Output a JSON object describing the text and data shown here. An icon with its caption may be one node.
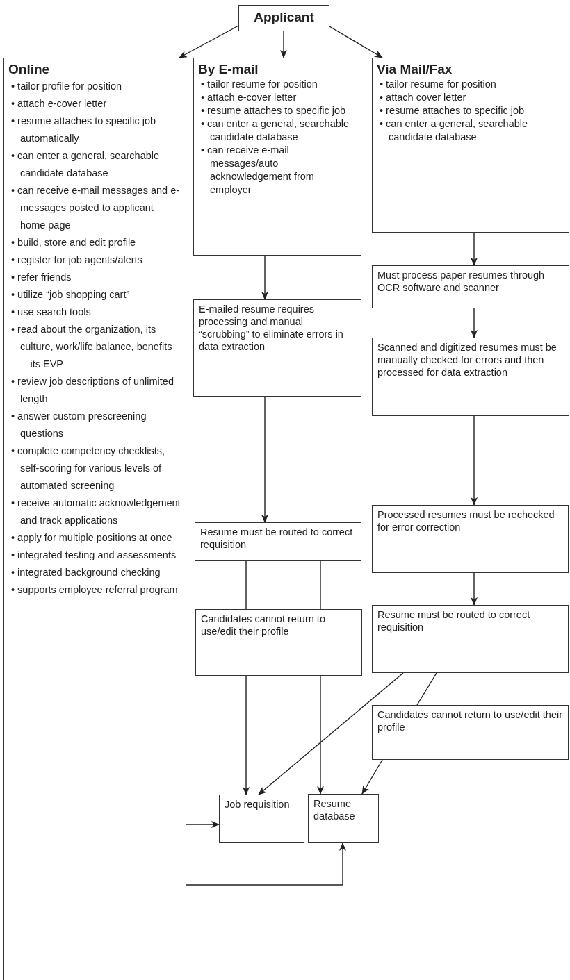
{
  "diagram": {
    "nodes": [
      {
        "text": [
          "Applicant"
        ]
      },
      {
        "text": [
          "Online",
          "• tailor profile for position",
          "• attach e-cover letter",
          "• resume attaches to specific job automatically",
          "• can enter a general, searchable candidate database",
          "• can receive e-mail messages and e-messages posted to applicant home page",
          "• build, store and edit profile",
          "• register for job agents/alerts",
          "• refer friends",
          "• utilize “job shopping cart”",
          "• use search tools",
          "• read about the organization, its culture, work/life balance, benefits—its EVP",
          "• review job descriptions of unlimited length",
          "• answer custom prescreening questions",
          "• complete competency checklists, self-scoring for various levels of automated screening",
          "• receive automatic acknowledgement and track applications",
          "• apply for multiple positions at once",
          "• integrated testing and assessments",
          "• integrated background checking",
          "• supports employee referral program"
        ]
      },
      {
        "text": [
          "By E-mail",
          "• tailor resume for position",
          "• attach e-cover letter",
          "• resume attaches to specific job",
          "• can enter a general, searchable candidate database",
          "• can receive e-mail messages/auto acknowledgement from employer"
        ]
      },
      {
        "text": [
          "Via Mail/Fax",
          "• tailor resume for position",
          "• attach cover letter",
          "• resume attaches to specific job",
          "• can enter a general, searchable candidate database"
        ]
      },
      {
        "text": [
          "Must process paper resumes through OCR software and scanner"
        ]
      },
      {
        "text": [
          "E-mailed resume requires processing and manual “scrubbing” to eliminate errors in data extraction"
        ]
      },
      {
        "text": [
          "Scanned and digitized resumes must be manually checked for errors and then processed for data extraction"
        ]
      },
      {
        "text": [
          "Resume must be routed to correct requisition"
        ]
      },
      {
        "text": [
          "Processed resumes must be rechecked for error correction"
        ]
      },
      {
        "text": [
          "Candidates cannot return to use/edit their profile"
        ]
      },
      {
        "text": [
          "Resume must be routed to correct requisition"
        ]
      },
      {
        "text": [
          "Candidates cannot return to use/edit their profile"
        ]
      },
      {
        "text": [
          "Job requisition"
        ]
      },
      {
        "text": [
          "Resume database"
        ]
      }
    ],
    "edges": [
      {
        "from": 0,
        "to": 1,
        "arrow": "to"
      },
      {
        "from": 0,
        "to": 2,
        "arrow": "to"
      },
      {
        "from": 0,
        "to": 3,
        "arrow": "to"
      },
      {
        "from": 3,
        "to": 4,
        "arrow": "to"
      },
      {
        "from": 2,
        "to": 5,
        "arrow": "to"
      },
      {
        "from": 4,
        "to": 6,
        "arrow": "to"
      },
      {
        "from": 5,
        "to": 7,
        "arrow": "to"
      },
      {
        "from": 6,
        "to": 8,
        "arrow": "to"
      },
      {
        "from": 7,
        "to": 9,
        "arrow": "none"
      },
      {
        "from": 7,
        "to": 9,
        "arrow": "none"
      },
      {
        "from": 8,
        "to": 10,
        "arrow": "to"
      },
      {
        "from": 9,
        "to": 12,
        "arrow": "to"
      },
      {
        "from": 9,
        "to": 13,
        "arrow": "to"
      },
      {
        "from": 10,
        "to": 12,
        "arrow": "to"
      },
      {
        "from": 10,
        "to": 11,
        "arrow": "none"
      },
      {
        "from": 11,
        "to": 13,
        "arrow": "to"
      },
      {
        "from": 1,
        "to": 12,
        "arrow": "to"
      },
      {
        "from": 1,
        "to": 13,
        "arrow": "to"
      }
    ]
  }
}
